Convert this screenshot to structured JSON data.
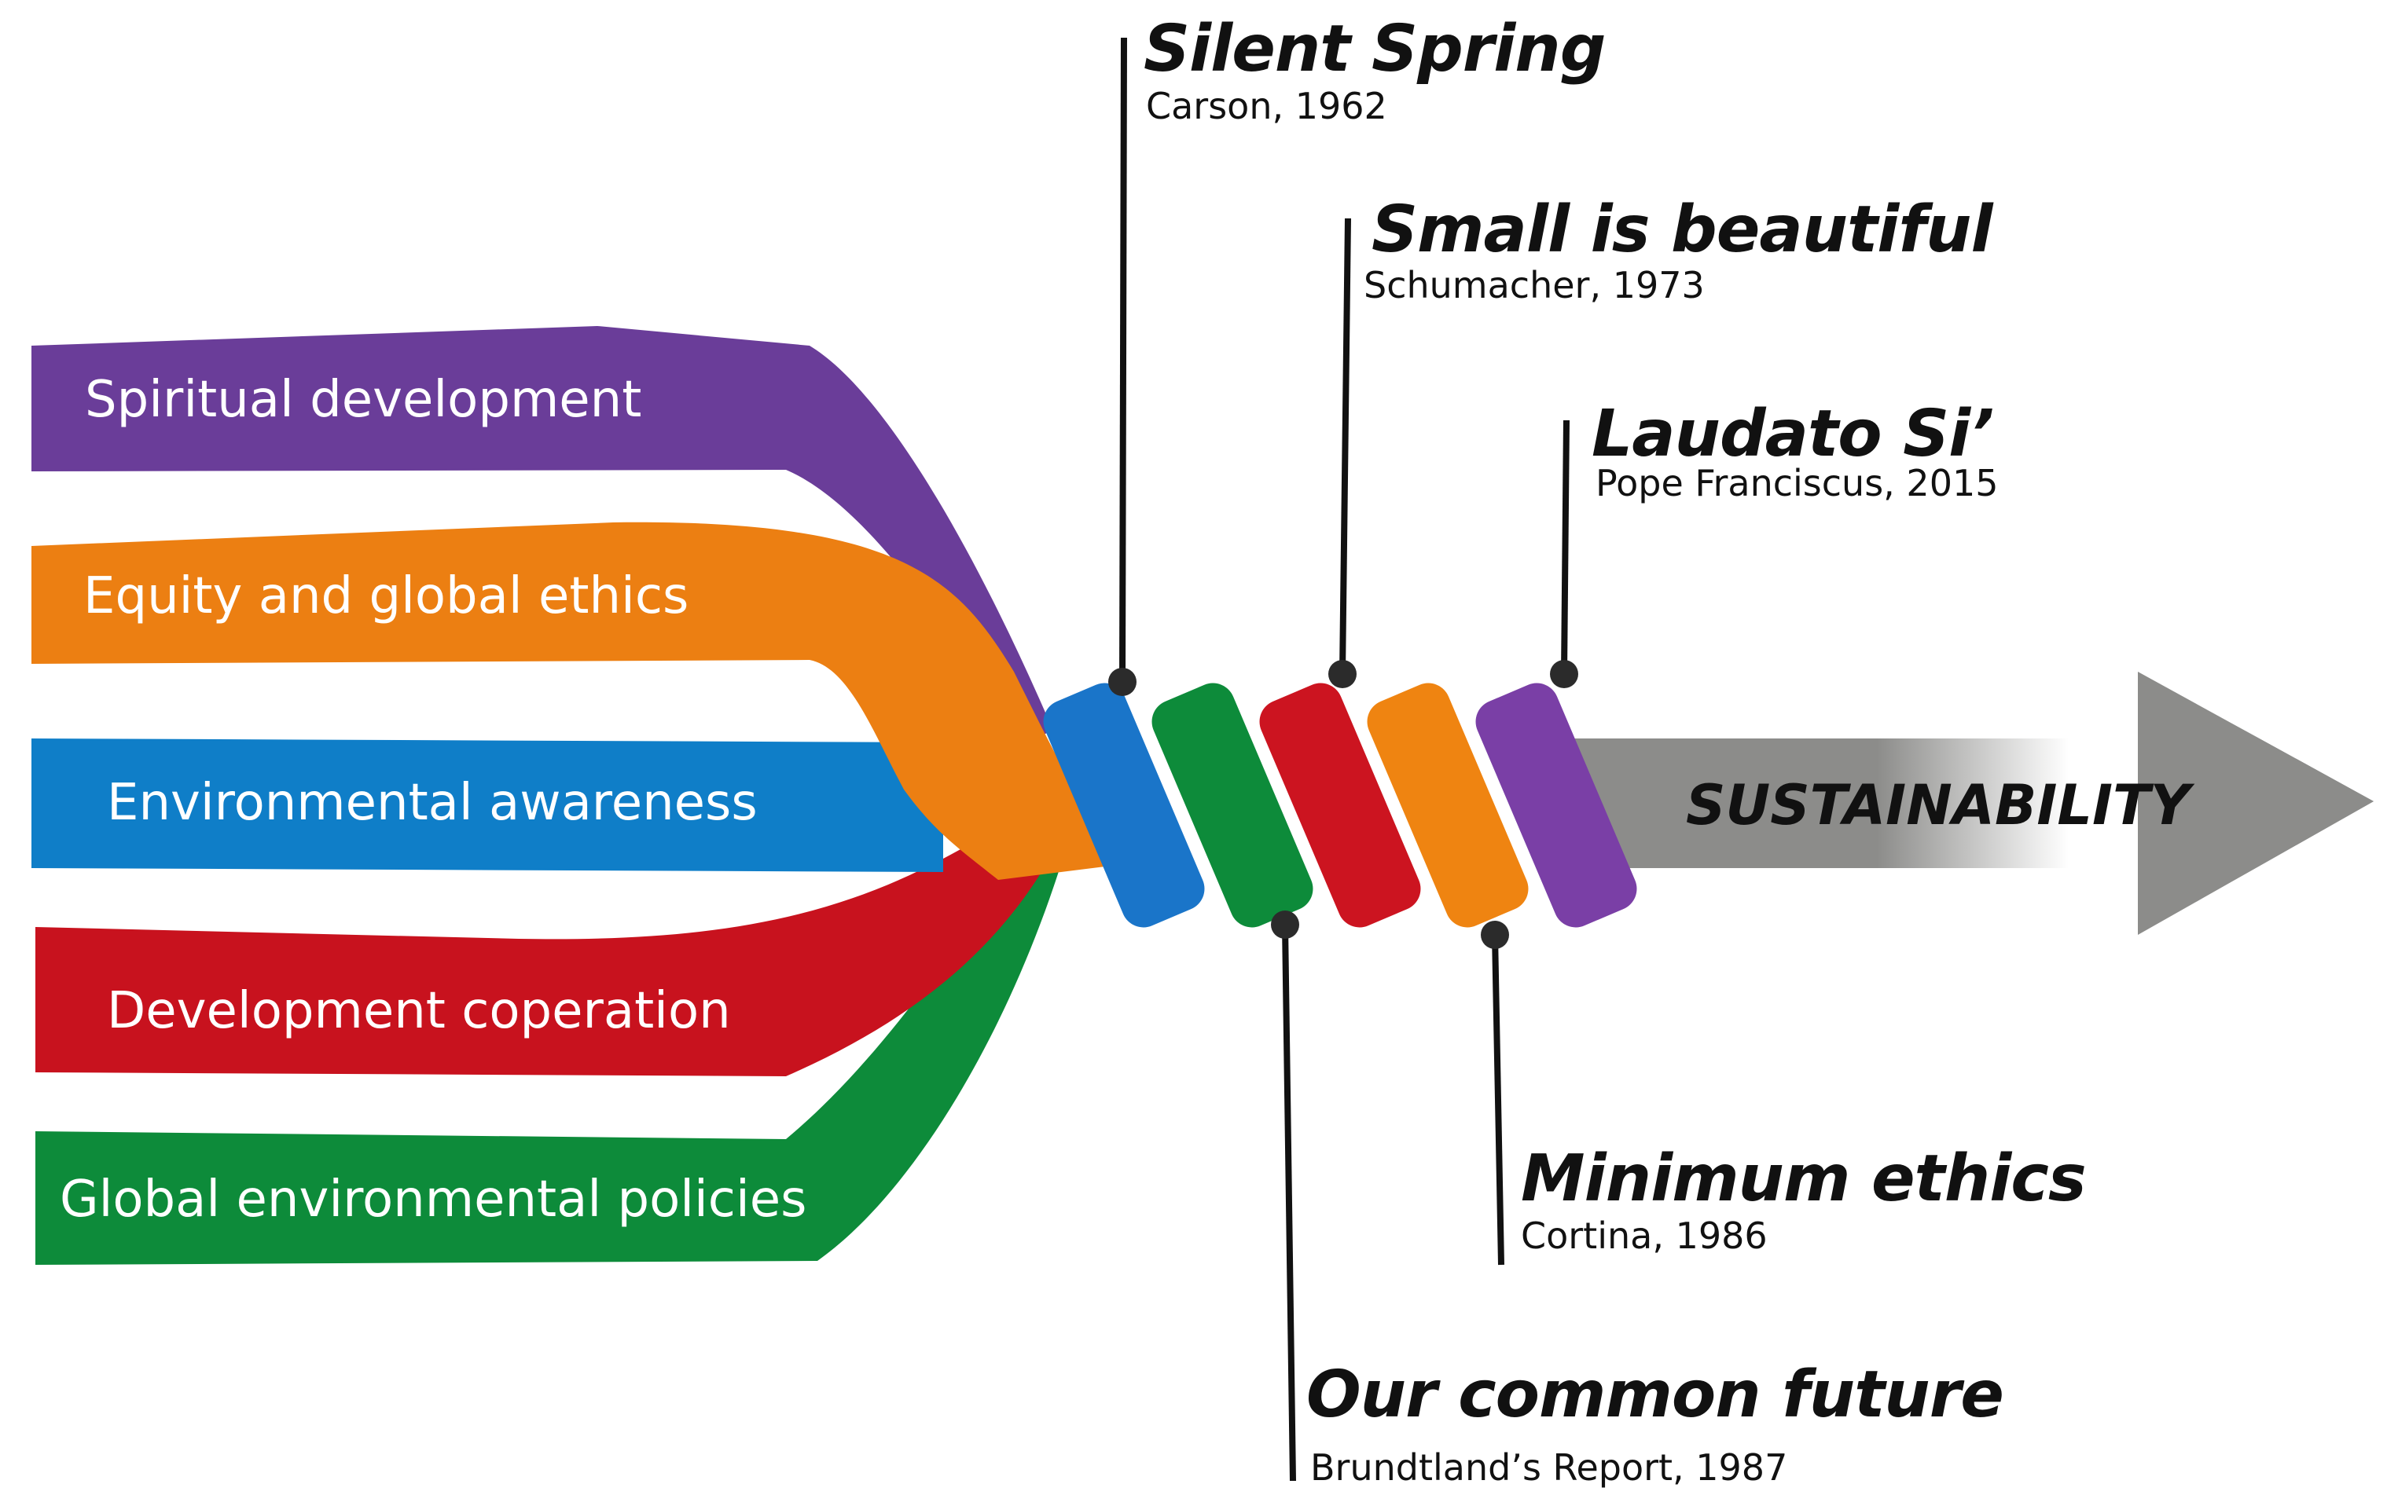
{
  "streams": [
    {
      "label": "Spiritual development",
      "color": "#6a3d99"
    },
    {
      "label": "Equity and global ethics",
      "color": "#ec7f12"
    },
    {
      "label": "Environmental awareness",
      "color": "#0f7ec8"
    },
    {
      "label": "Development coperation",
      "color": "#c8121e"
    },
    {
      "label": "Global environmental policies",
      "color": "#0d8b3a"
    }
  ],
  "bands": [
    {
      "color": "#1a75c9"
    },
    {
      "color": "#0d8b3a"
    },
    {
      "color": "#cc1420"
    },
    {
      "color": "#ef8411"
    },
    {
      "color": "#7a3fa6"
    }
  ],
  "milestones": [
    {
      "title": "Silent Spring",
      "subtitle": "Carson, 1962"
    },
    {
      "title": "Small is beautiful",
      "subtitle": "Schumacher, 1973"
    },
    {
      "title": "Laudato Si’",
      "subtitle": "Pope Franciscus, 2015"
    },
    {
      "title": "Minimum ethics",
      "subtitle": "Cortina, 1986"
    },
    {
      "title": "Our common future",
      "subtitle": "Brundtland’s Report, 1987"
    }
  ],
  "arrow": {
    "label": "SUSTAINABILITY",
    "color": "#8c8c8a"
  }
}
